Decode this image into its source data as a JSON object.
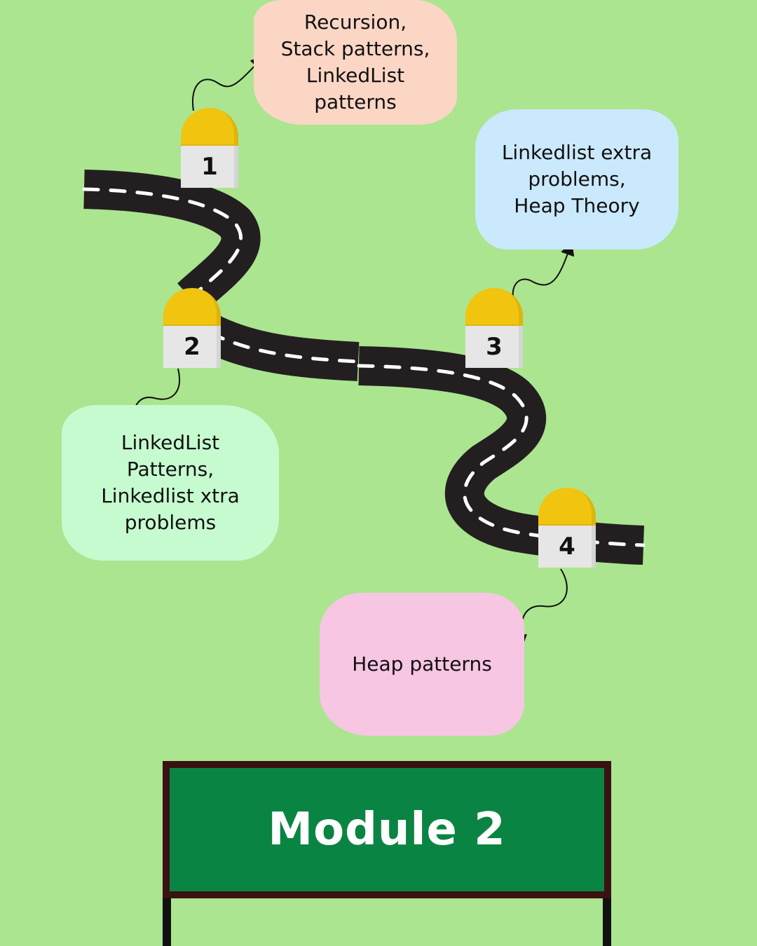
{
  "colors": {
    "background": "#abe590",
    "road": "#231f20",
    "road_line": "#ffffff",
    "marker_cap": "#f1c40f",
    "marker_base": "#e6e6e6",
    "sign_board": "#0a8442",
    "sign_border": "#3a1212"
  },
  "milestones": [
    {
      "number": "1",
      "text": "Recursion,\nStack patterns,\nLinkedList\npatterns",
      "bubble_color": "#fcd6c5"
    },
    {
      "number": "2",
      "text": "LinkedList\nPatterns,\nLinkedlist xtra\nproblems",
      "bubble_color": "#c6fbd0"
    },
    {
      "number": "3",
      "text": "Linkedlist extra\nproblems,\nHeap Theory",
      "bubble_color": "#cbe9fc"
    },
    {
      "number": "4",
      "text": "Heap patterns",
      "bubble_color": "#f7c6e3"
    }
  ],
  "sign": {
    "title": "Module 2"
  }
}
